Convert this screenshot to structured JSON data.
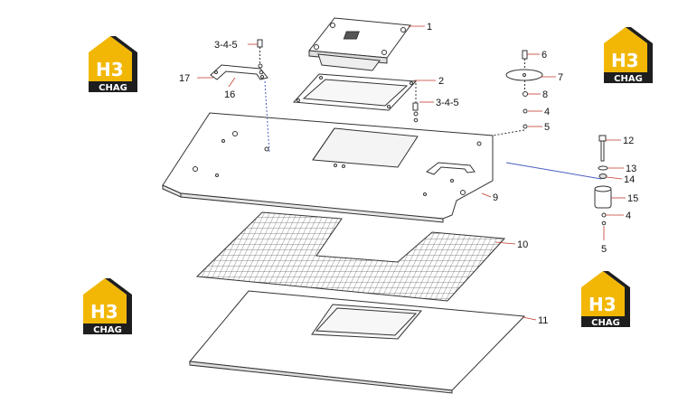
{
  "colors": {
    "line": "#333333",
    "leader": "#c0392b",
    "logo_yellow": "#f2b705",
    "logo_dark": "#1e1e1e",
    "blue_axis": "#4a5fc1"
  },
  "logo": {
    "mark": "H3",
    "text": "CHAG"
  },
  "callouts": {
    "c1": "1",
    "c2": "2",
    "c345a": "3-4-5",
    "c345b": "3-4-5",
    "c4a": "4",
    "c4b": "4",
    "c5a": "5",
    "c5b": "5",
    "c6": "6",
    "c7": "7",
    "c8": "8",
    "c9": "9",
    "c10": "10",
    "c11": "11",
    "c12": "12",
    "c13": "13",
    "c14": "14",
    "c15": "15",
    "c16": "16",
    "c17": "17"
  }
}
